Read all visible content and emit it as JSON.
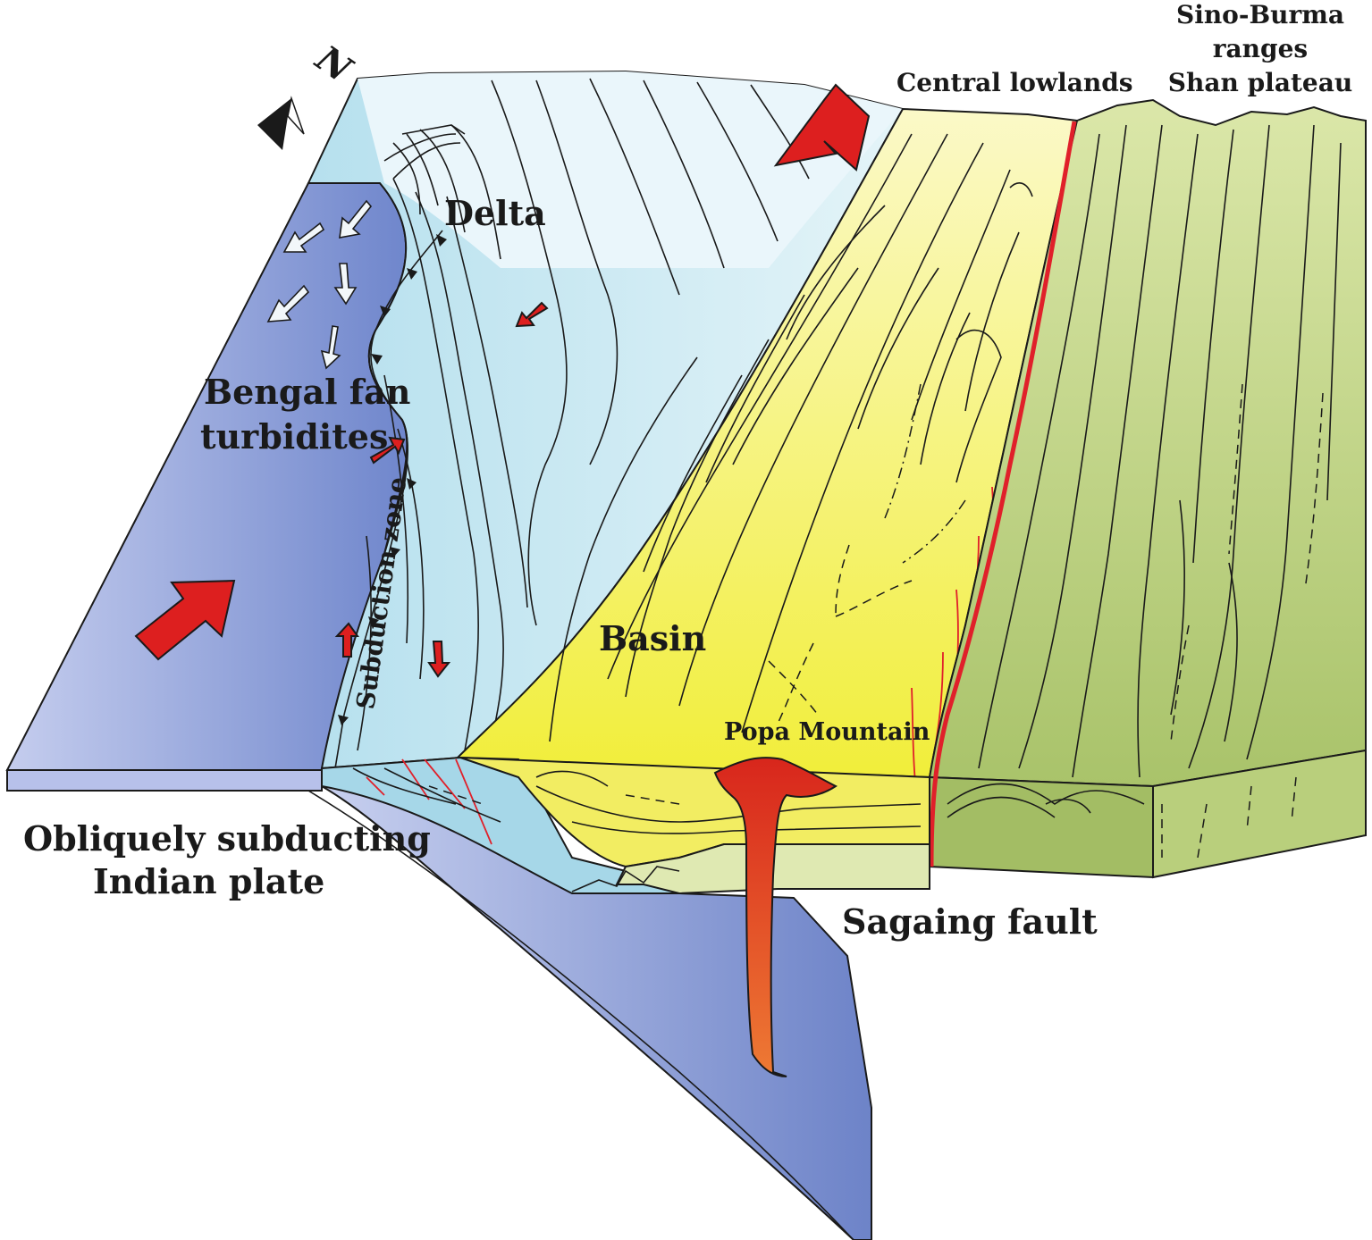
{
  "labels": {
    "delta": "Delta",
    "bengal_1": "Bengal fan",
    "bengal_2": "turbidites",
    "subduction_zone": "Subduction zone",
    "basin": "Basin",
    "popa": "Popa Mountain",
    "central_lowlands": "Central lowlands",
    "sino_1": "Sino-Burma",
    "sino_2": "ranges",
    "sino_3": "Shan plateau",
    "oblique_1": "Obliquely subducting",
    "oblique_2": "Indian plate",
    "sagaing": "Sagaing fault",
    "north": "N"
  },
  "colors": {
    "ocean_plate": "#7f93d0",
    "delta_shelf": "#c9e8f2",
    "basin": "#f6f39a",
    "ranges": "#c6d98c",
    "fault": "#e0202a",
    "arrow": "#dd1f1f",
    "magma_top": "#d8261c",
    "magma_bottom": "#ee7a34"
  },
  "icons": [
    "north-arrow-icon",
    "plate-motion-arrow-icon",
    "turbidite-flow-arrow-icon"
  ]
}
